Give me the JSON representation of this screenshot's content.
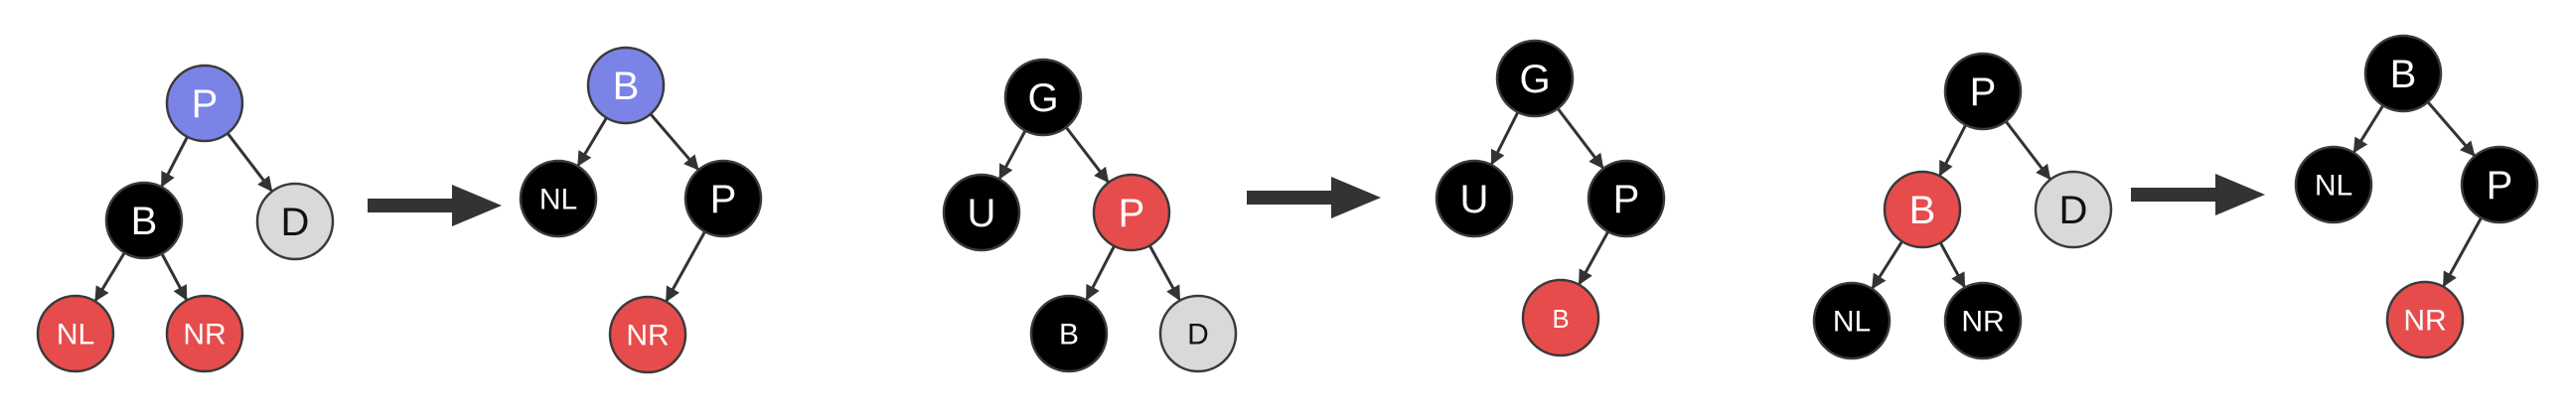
{
  "colors": {
    "black": "#000000",
    "red": "#e74c4c",
    "blue": "#7b84e6",
    "gray": "#d9d9d9",
    "edge": "#333333"
  },
  "diagrams": [
    {
      "id": "case1-before",
      "nodes": [
        {
          "id": "P",
          "label": "P",
          "color": "blue"
        },
        {
          "id": "B",
          "label": "B",
          "color": "black"
        },
        {
          "id": "D",
          "label": "D",
          "color": "gray"
        },
        {
          "id": "NL",
          "label": "NL",
          "color": "red"
        },
        {
          "id": "NR",
          "label": "NR",
          "color": "red"
        }
      ],
      "edges": [
        [
          "P",
          "B"
        ],
        [
          "P",
          "D"
        ],
        [
          "B",
          "NL"
        ],
        [
          "B",
          "NR"
        ]
      ]
    },
    {
      "id": "case1-after",
      "nodes": [
        {
          "id": "B",
          "label": "B",
          "color": "blue"
        },
        {
          "id": "NL",
          "label": "NL",
          "color": "black"
        },
        {
          "id": "P",
          "label": "P",
          "color": "black"
        },
        {
          "id": "NR",
          "label": "NR",
          "color": "red"
        }
      ],
      "edges": [
        [
          "B",
          "NL"
        ],
        [
          "B",
          "P"
        ],
        [
          "P",
          "NR"
        ]
      ]
    },
    {
      "id": "case2-before",
      "nodes": [
        {
          "id": "G",
          "label": "G",
          "color": "black"
        },
        {
          "id": "U",
          "label": "U",
          "color": "black"
        },
        {
          "id": "P",
          "label": "P",
          "color": "red"
        },
        {
          "id": "B",
          "label": "B",
          "color": "black"
        },
        {
          "id": "D",
          "label": "D",
          "color": "gray"
        }
      ],
      "edges": [
        [
          "G",
          "U"
        ],
        [
          "G",
          "P"
        ],
        [
          "P",
          "B"
        ],
        [
          "P",
          "D"
        ]
      ]
    },
    {
      "id": "case2-after",
      "nodes": [
        {
          "id": "G",
          "label": "G",
          "color": "black"
        },
        {
          "id": "U",
          "label": "U",
          "color": "black"
        },
        {
          "id": "P",
          "label": "P",
          "color": "black"
        },
        {
          "id": "B",
          "label": "B",
          "color": "red"
        }
      ],
      "edges": [
        [
          "G",
          "U"
        ],
        [
          "G",
          "P"
        ],
        [
          "P",
          "B"
        ]
      ]
    },
    {
      "id": "case3-before",
      "nodes": [
        {
          "id": "P",
          "label": "P",
          "color": "black"
        },
        {
          "id": "B",
          "label": "B",
          "color": "red"
        },
        {
          "id": "D",
          "label": "D",
          "color": "gray"
        },
        {
          "id": "NL",
          "label": "NL",
          "color": "black"
        },
        {
          "id": "NR",
          "label": "NR",
          "color": "black"
        }
      ],
      "edges": [
        [
          "P",
          "B"
        ],
        [
          "P",
          "D"
        ],
        [
          "B",
          "NL"
        ],
        [
          "B",
          "NR"
        ]
      ]
    },
    {
      "id": "case3-after",
      "nodes": [
        {
          "id": "B",
          "label": "B",
          "color": "black"
        },
        {
          "id": "NL",
          "label": "NL",
          "color": "black"
        },
        {
          "id": "P",
          "label": "P",
          "color": "black"
        },
        {
          "id": "NR",
          "label": "NR",
          "color": "red"
        }
      ],
      "edges": [
        [
          "B",
          "NL"
        ],
        [
          "B",
          "P"
        ],
        [
          "P",
          "NR"
        ]
      ]
    }
  ],
  "transitions": [
    {
      "from": "case1-before",
      "to": "case1-after"
    },
    {
      "from": "case2-before",
      "to": "case2-after"
    },
    {
      "from": "case3-before",
      "to": "case3-after"
    }
  ]
}
